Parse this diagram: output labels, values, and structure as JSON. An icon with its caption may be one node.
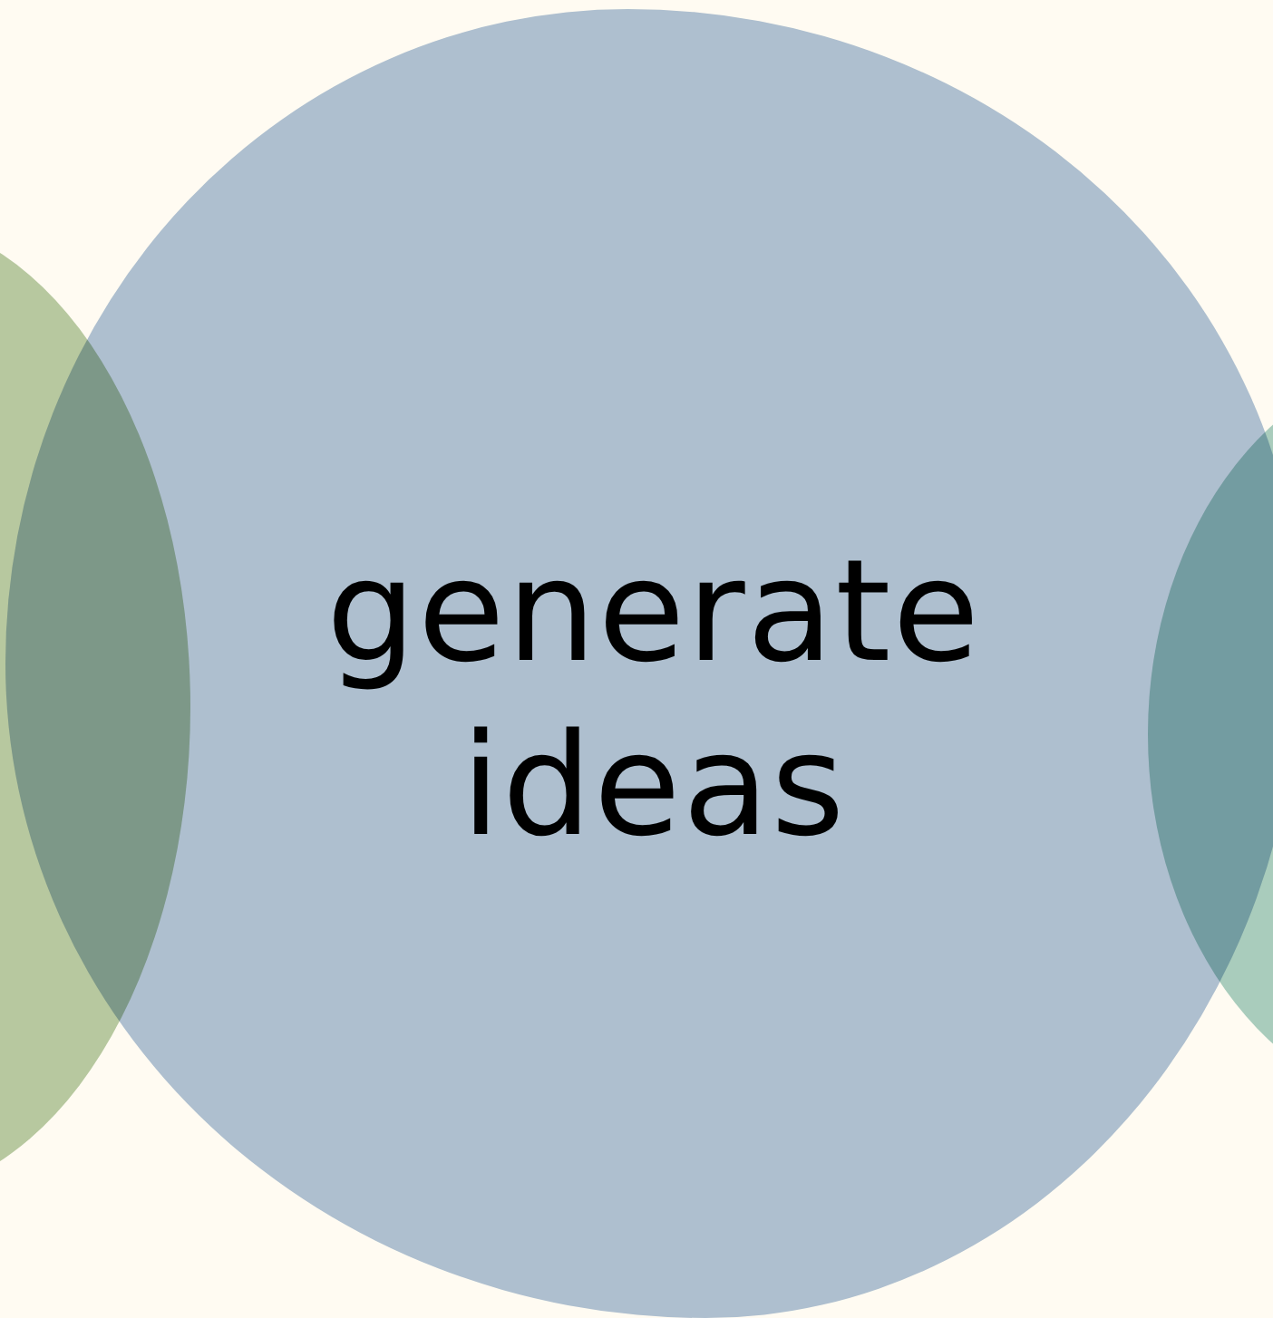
{
  "diagram": {
    "nodes": [
      {
        "text": [],
        "shape": "circle"
      },
      {
        "text": [
          "generate ideas"
        ]
      },
      {
        "text": [],
        "shape": "circle"
      }
    ]
  }
}
